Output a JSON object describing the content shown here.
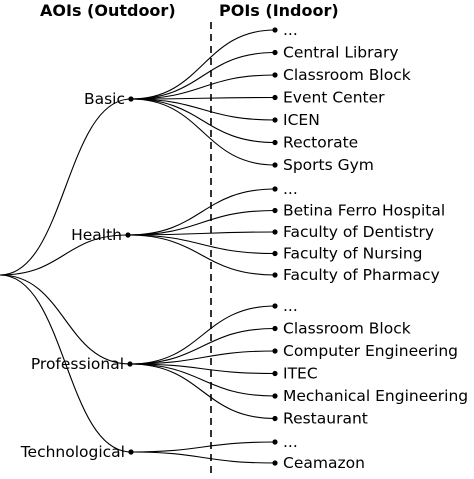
{
  "headers": {
    "outdoor": "AOIs (Outdoor)",
    "indoor": "POIs (Indoor)"
  },
  "groups": [
    {
      "label": "Basic",
      "children": [
        "...",
        "Central Library",
        "Classroom Block",
        "Event Center",
        "ICEN",
        "Rectorate",
        "Sports Gym"
      ]
    },
    {
      "label": "Health",
      "children": [
        "...",
        "Betina Ferro Hospital",
        "Faculty of Dentistry",
        "Faculty of Nursing",
        "Faculty of Pharmacy"
      ]
    },
    {
      "label": "Professional",
      "children": [
        "...",
        "Classroom Block",
        "Computer Engineering",
        "ITEC",
        "Mechanical Engineering",
        "Restaurant"
      ]
    },
    {
      "label": "Technological",
      "children": [
        "...",
        "Ceamazon"
      ]
    }
  ]
}
